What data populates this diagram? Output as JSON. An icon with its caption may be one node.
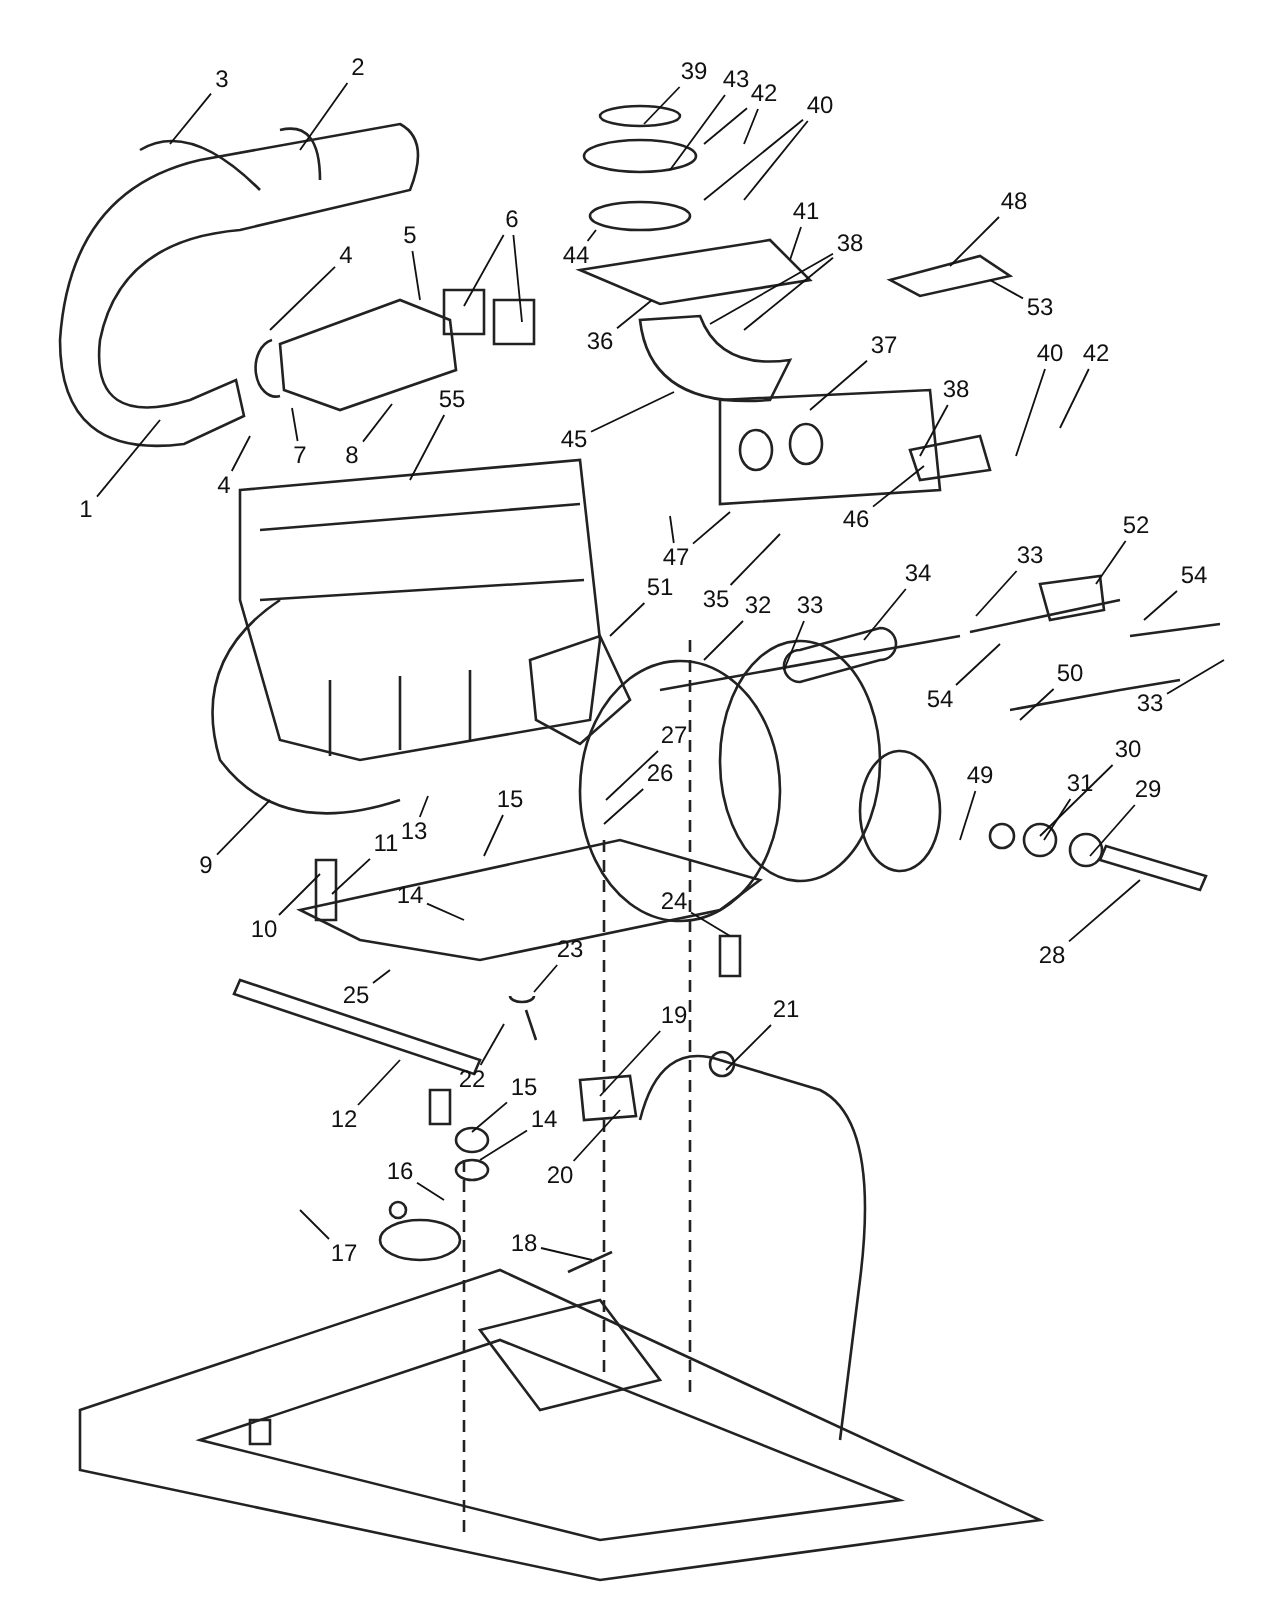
{
  "diagram": {
    "nodes": [
      {
        "text": [
          "2"
        ]
      },
      {
        "text": [
          "3"
        ]
      },
      {
        "text": [
          "39"
        ]
      },
      {
        "text": [
          "43"
        ]
      },
      {
        "text": [
          "42"
        ]
      },
      {
        "text": [
          "40"
        ]
      },
      {
        "text": [
          "48"
        ]
      },
      {
        "text": [
          "6"
        ]
      },
      {
        "text": [
          "5"
        ]
      },
      {
        "text": [
          "4"
        ]
      },
      {
        "text": [
          "41"
        ]
      },
      {
        "text": [
          "44"
        ]
      },
      {
        "text": [
          "38"
        ]
      },
      {
        "text": [
          "36"
        ]
      },
      {
        "text": [
          "37"
        ]
      },
      {
        "text": [
          "53"
        ]
      },
      {
        "text": [
          "40"
        ]
      },
      {
        "text": [
          "42"
        ]
      },
      {
        "text": [
          "38"
        ]
      },
      {
        "text": [
          "55"
        ]
      },
      {
        "text": [
          "45"
        ]
      },
      {
        "text": [
          "7"
        ]
      },
      {
        "text": [
          "8"
        ]
      },
      {
        "text": [
          "4"
        ]
      },
      {
        "text": [
          "1"
        ]
      },
      {
        "text": [
          "46"
        ]
      },
      {
        "text": [
          "47"
        ]
      },
      {
        "text": [
          "34"
        ]
      },
      {
        "text": [
          "52"
        ]
      },
      {
        "text": [
          "33"
        ]
      },
      {
        "text": [
          "54"
        ]
      },
      {
        "text": [
          "51"
        ]
      },
      {
        "text": [
          "35"
        ]
      },
      {
        "text": [
          "32"
        ]
      },
      {
        "text": [
          "33"
        ]
      },
      {
        "text": [
          "50"
        ]
      },
      {
        "text": [
          "33"
        ]
      },
      {
        "text": [
          "54"
        ]
      },
      {
        "text": [
          "27"
        ]
      },
      {
        "text": [
          "30"
        ]
      },
      {
        "text": [
          "26"
        ]
      },
      {
        "text": [
          "31"
        ]
      },
      {
        "text": [
          "49"
        ]
      },
      {
        "text": [
          "29"
        ]
      },
      {
        "text": [
          "15"
        ]
      },
      {
        "text": [
          "13"
        ]
      },
      {
        "text": [
          "11"
        ]
      },
      {
        "text": [
          "9"
        ]
      },
      {
        "text": [
          "14"
        ]
      },
      {
        "text": [
          "24"
        ]
      },
      {
        "text": [
          "10"
        ]
      },
      {
        "text": [
          "23"
        ]
      },
      {
        "text": [
          "28"
        ]
      },
      {
        "text": [
          "25"
        ]
      },
      {
        "text": [
          "21"
        ]
      },
      {
        "text": [
          "19"
        ]
      },
      {
        "text": [
          "22"
        ]
      },
      {
        "text": [
          "15"
        ]
      },
      {
        "text": [
          "14"
        ]
      },
      {
        "text": [
          "12"
        ]
      },
      {
        "text": [
          "16"
        ]
      },
      {
        "text": [
          "20"
        ]
      },
      {
        "text": [
          "18"
        ]
      },
      {
        "text": [
          "17"
        ]
      }
    ],
    "edges": [
      {
        "from": 0,
        "to": null,
        "arrow": "none"
      },
      {
        "from": 1,
        "to": null,
        "arrow": "none"
      },
      {
        "from": 2,
        "to": null,
        "arrow": "none"
      },
      {
        "from": 3,
        "to": null,
        "arrow": "none"
      },
      {
        "from": 4,
        "to": null,
        "arrow": "none"
      },
      {
        "from": 4,
        "to": null,
        "arrow": "none"
      },
      {
        "from": 5,
        "to": null,
        "arrow": "none"
      },
      {
        "from": 5,
        "to": null,
        "arrow": "none"
      },
      {
        "from": 6,
        "to": null,
        "arrow": "none"
      },
      {
        "from": 7,
        "to": null,
        "arrow": "none"
      },
      {
        "from": 7,
        "to": null,
        "arrow": "none"
      },
      {
        "from": 8,
        "to": null,
        "arrow": "none"
      },
      {
        "from": 9,
        "to": null,
        "arrow": "none"
      },
      {
        "from": 10,
        "to": null,
        "arrow": "none"
      },
      {
        "from": 11,
        "to": null,
        "arrow": "none"
      },
      {
        "from": 12,
        "to": null,
        "arrow": "none"
      },
      {
        "from": 12,
        "to": null,
        "arrow": "none"
      },
      {
        "from": 13,
        "to": null,
        "arrow": "none"
      },
      {
        "from": 14,
        "to": null,
        "arrow": "none"
      },
      {
        "from": 15,
        "to": null,
        "arrow": "none"
      },
      {
        "from": 16,
        "to": null,
        "arrow": "none"
      },
      {
        "from": 17,
        "to": null,
        "arrow": "none"
      },
      {
        "from": 18,
        "to": null,
        "arrow": "none"
      },
      {
        "from": 19,
        "to": null,
        "arrow": "none"
      },
      {
        "from": 20,
        "to": null,
        "arrow": "none"
      },
      {
        "from": 21,
        "to": null,
        "arrow": "none"
      },
      {
        "from": 22,
        "to": null,
        "arrow": "none"
      },
      {
        "from": 23,
        "to": null,
        "arrow": "none"
      },
      {
        "from": 24,
        "to": null,
        "arrow": "none"
      },
      {
        "from": 25,
        "to": null,
        "arrow": "none"
      },
      {
        "from": 26,
        "to": null,
        "arrow": "none"
      },
      {
        "from": 26,
        "to": null,
        "arrow": "none"
      },
      {
        "from": 27,
        "to": null,
        "arrow": "none"
      },
      {
        "from": 28,
        "to": null,
        "arrow": "none"
      },
      {
        "from": 29,
        "to": null,
        "arrow": "none"
      },
      {
        "from": 30,
        "to": null,
        "arrow": "none"
      },
      {
        "from": 31,
        "to": null,
        "arrow": "none"
      },
      {
        "from": 32,
        "to": null,
        "arrow": "none"
      },
      {
        "from": 33,
        "to": null,
        "arrow": "none"
      },
      {
        "from": 34,
        "to": null,
        "arrow": "none"
      },
      {
        "from": 35,
        "to": null,
        "arrow": "none"
      },
      {
        "from": 36,
        "to": null,
        "arrow": "none"
      },
      {
        "from": 37,
        "to": null,
        "arrow": "none"
      },
      {
        "from": 38,
        "to": null,
        "arrow": "none"
      },
      {
        "from": 39,
        "to": null,
        "arrow": "none"
      },
      {
        "from": 40,
        "to": null,
        "arrow": "none"
      },
      {
        "from": 41,
        "to": null,
        "arrow": "none"
      },
      {
        "from": 42,
        "to": null,
        "arrow": "none"
      },
      {
        "from": 43,
        "to": null,
        "arrow": "none"
      },
      {
        "from": 44,
        "to": null,
        "arrow": "none"
      },
      {
        "from": 45,
        "to": null,
        "arrow": "none"
      },
      {
        "from": 46,
        "to": null,
        "arrow": "none"
      },
      {
        "from": 47,
        "to": null,
        "arrow": "none"
      },
      {
        "from": 48,
        "to": null,
        "arrow": "none"
      },
      {
        "from": 49,
        "to": null,
        "arrow": "none"
      },
      {
        "from": 50,
        "to": null,
        "arrow": "none"
      },
      {
        "from": 51,
        "to": null,
        "arrow": "none"
      },
      {
        "from": 52,
        "to": null,
        "arrow": "none"
      },
      {
        "from": 53,
        "to": null,
        "arrow": "none"
      },
      {
        "from": 54,
        "to": null,
        "arrow": "none"
      },
      {
        "from": 55,
        "to": null,
        "arrow": "none"
      },
      {
        "from": 56,
        "to": null,
        "arrow": "none"
      },
      {
        "from": 57,
        "to": null,
        "arrow": "none"
      },
      {
        "from": 58,
        "to": null,
        "arrow": "none"
      },
      {
        "from": 59,
        "to": null,
        "arrow": "none"
      },
      {
        "from": 60,
        "to": null,
        "arrow": "none"
      },
      {
        "from": 61,
        "to": null,
        "arrow": "none"
      },
      {
        "from": 62,
        "to": null,
        "arrow": "none"
      },
      {
        "from": 63,
        "to": null,
        "arrow": "none"
      }
    ]
  }
}
